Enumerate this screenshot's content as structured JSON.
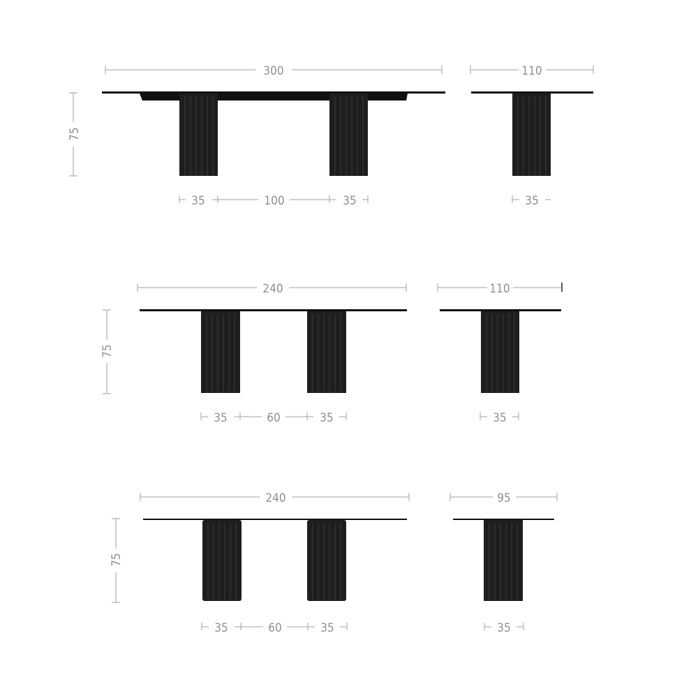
{
  "diagram": {
    "type": "furniture dimension drawing",
    "unit_note": "dimensions in cm (unlabeled)",
    "colors": {
      "line": "#b5b5b5",
      "text": "#8f8f8f",
      "tabletop": "#111111",
      "leg": "#1e1e1e"
    },
    "rows": [
      {
        "front": {
          "length": "300",
          "height": "75",
          "leg_left": "35",
          "gap": "100",
          "leg_right": "35"
        },
        "side": {
          "width": "110",
          "leg": "35"
        }
      },
      {
        "front": {
          "length": "240",
          "height": "75",
          "leg_left": "35",
          "gap": "60",
          "leg_right": "35"
        },
        "side": {
          "width": "110",
          "leg": "35"
        }
      },
      {
        "front": {
          "length": "240",
          "height": "75",
          "leg_left": "35",
          "gap": "60",
          "leg_right": "35"
        },
        "side": {
          "width": "95",
          "leg": "35"
        }
      }
    ]
  }
}
